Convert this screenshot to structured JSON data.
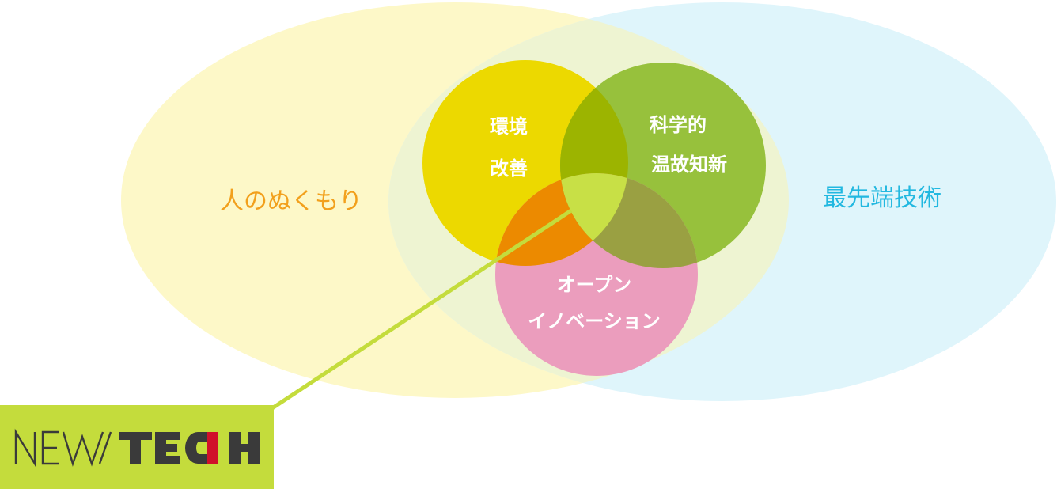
{
  "diagram": {
    "left_ellipse_label": "人のぬくもり",
    "right_ellipse_label": "最先端技術",
    "circles": {
      "top_left": [
        "環境",
        "改善"
      ],
      "top_right": [
        "科学的",
        "温故知新"
      ],
      "bottom": [
        "オープン",
        "イノベーション"
      ]
    }
  },
  "logo": {
    "text_thin": "NEW",
    "text_bold": "TECH",
    "icon": "new-tech-logo"
  },
  "colors": {
    "left_ellipse": "#fdf8c8",
    "right_ellipse": "#dff5fb",
    "ellipse_overlap": "#eef4d2",
    "circle_yellow": "#ecd900",
    "circle_green": "#97c13c",
    "circle_pink": "#eb9dbd",
    "yellow_green_overlap": "#9cb400",
    "yellow_pink_overlap": "#ec8a00",
    "green_pink_overlap": "#9aa042",
    "center_overlap": "#c8e046",
    "left_label": "#f2a01c",
    "right_label": "#22b8e0",
    "connector": "#c4dc3c",
    "logo_bg": "#c4dc3c",
    "logo_text": "#3a3a3a",
    "logo_accent": "#d0102a"
  }
}
